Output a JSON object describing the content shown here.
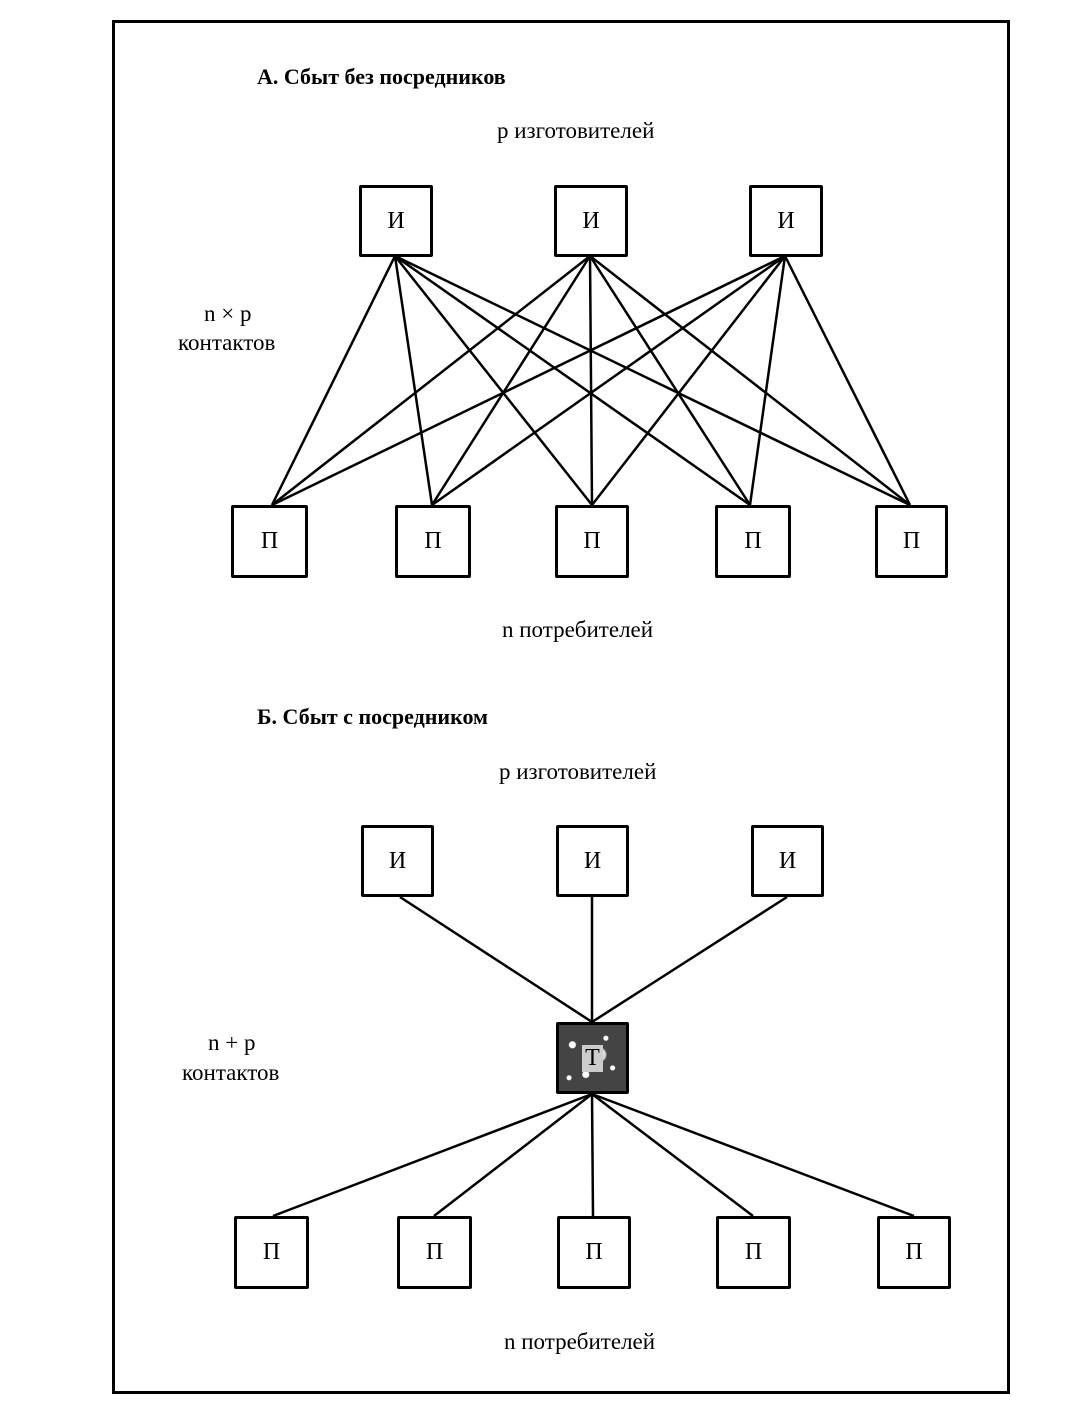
{
  "sectionA": {
    "title": "А. Сбыт без посредников",
    "producers_label": "р изготовителей",
    "contacts_formula": "n × p",
    "contacts_word": "контактов",
    "consumers_label": "n потребителей",
    "producers": [
      "И",
      "И",
      "И"
    ],
    "consumers": [
      "П",
      "П",
      "П",
      "П",
      "П"
    ],
    "connection_type": "every producer to every consumer"
  },
  "sectionB": {
    "title": "Б. Сбыт с посредником",
    "producers_label": "р изготовителей",
    "contacts_formula": "n + p",
    "contacts_word": "контактов",
    "consumers_label": "n потребителей",
    "producers": [
      "И",
      "И",
      "И"
    ],
    "intermediary": "Т",
    "consumers": [
      "П",
      "П",
      "П",
      "П",
      "П"
    ],
    "connection_type": "all via intermediary"
  }
}
